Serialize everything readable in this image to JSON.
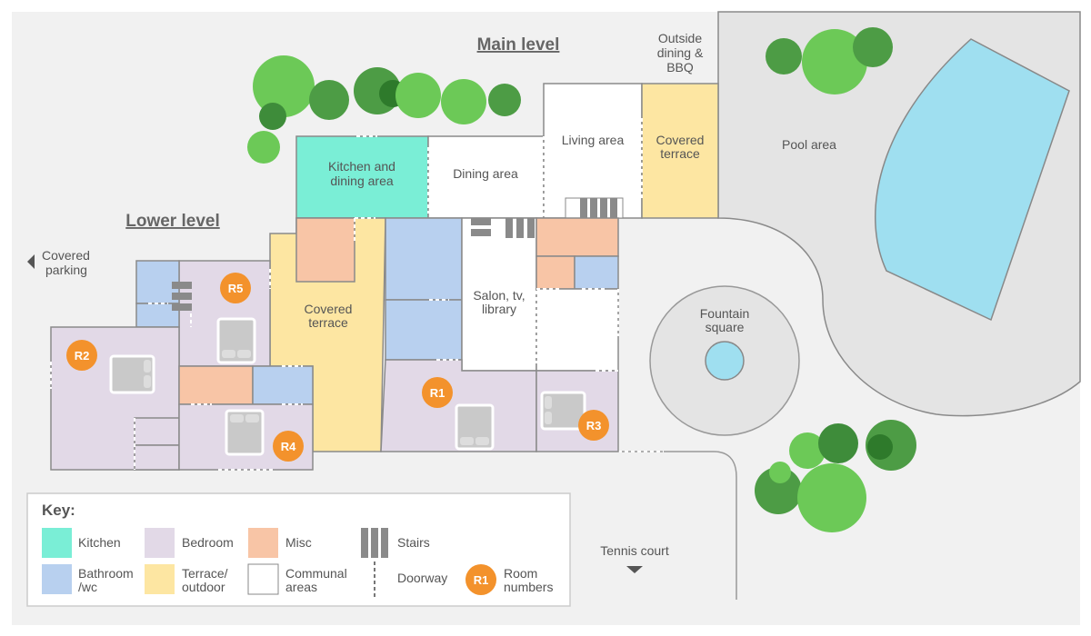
{
  "titles": {
    "main_level": "Main level",
    "lower_level": "Lower level"
  },
  "rooms": {
    "kitchen": [
      "Kitchen and",
      "dining area"
    ],
    "dining": "Dining area",
    "living": "Living area",
    "covered_terrace_main": [
      "Covered",
      "terrace"
    ],
    "covered_terrace_lower": [
      "Covered",
      "terrace"
    ],
    "salon": [
      "Salon, tv,",
      "library"
    ]
  },
  "outside": {
    "bbq": [
      "Outside",
      "dining &",
      "BBQ"
    ],
    "pool": "Pool area",
    "fountain": [
      "Fountain",
      "square"
    ],
    "tennis": "Tennis court",
    "parking": [
      "Covered",
      "parking"
    ]
  },
  "room_numbers": {
    "r1": "R1",
    "r2": "R2",
    "r3": "R3",
    "r4": "R4",
    "r5": "R5"
  },
  "key": {
    "title": "Key:",
    "kitchen": "Kitchen",
    "bedroom": "Bedroom",
    "misc": "Misc",
    "stairs": "Stairs",
    "bathroom": [
      "Bathroom",
      "/wc"
    ],
    "terrace": [
      "Terrace/",
      "outdoor"
    ],
    "communal": [
      "Communal",
      "areas"
    ],
    "doorway": "Doorway",
    "room_number_sample": "R1",
    "room_numbers": [
      "Room",
      "numbers"
    ]
  },
  "colors": {
    "kitchen": "#7aeed6",
    "bedroom": "#e2d9e7",
    "misc": "#f8c5a6",
    "bathroom": "#b8d0ef",
    "terrace": "#fde6a2",
    "communal": "#ffffff",
    "marker": "#f3922c",
    "water": "#9fdff0",
    "tree": "#5cc24e"
  }
}
